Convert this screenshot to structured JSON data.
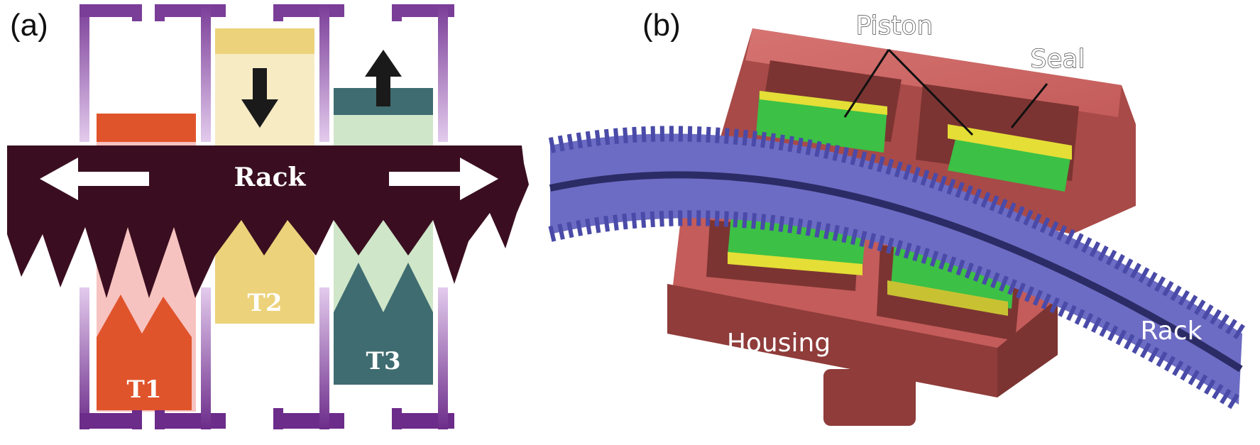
{
  "panel_a": {
    "label": "(a)",
    "rack_label": "Rack",
    "tooth_labels": [
      "T1",
      "T2",
      "T3"
    ]
  },
  "panel_b": {
    "label": "(b)",
    "piston_label": "Piston",
    "seal_label": "Seal",
    "housing_label": "Housing",
    "rack_label": "Rack"
  },
  "colors": {
    "rack_dark": "#3a0e20",
    "frame_purple": "#7a3d98",
    "frame_light": "#d7b7e3",
    "tooth1_orange": "#e0542c",
    "tooth1_light": "#f7c3c0",
    "tooth2_yellow": "#ecd27a",
    "tooth2_light": "#f7ebc4",
    "tooth3_teal": "#3f6c70",
    "tooth3_light": "#cfe6c9",
    "housing_red": "#c96462",
    "housing_dark": "#7c3432",
    "piston_green": "#3cc045",
    "seal_yellow": "#e4de36",
    "rack_blue": "#6c6cc4",
    "rack_blue_dark": "#2b2b66"
  }
}
